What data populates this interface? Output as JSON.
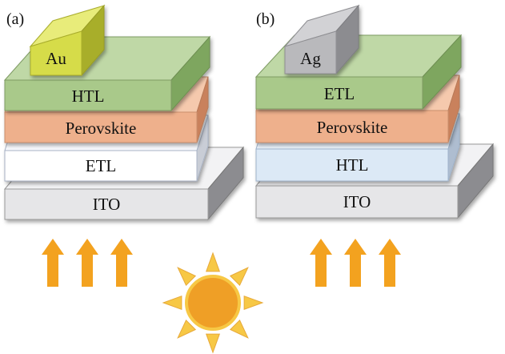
{
  "panels": [
    {
      "label": "(a)",
      "electrode": {
        "label": "Au",
        "color": "#d6dc4a"
      },
      "layers": [
        {
          "label": "HTL",
          "color": "#a9c98a"
        },
        {
          "label": "Perovskite",
          "color": "#eeb08c"
        },
        {
          "label": "ETL",
          "color": "#ffffff"
        },
        {
          "label": "ITO",
          "color": "#e6e6e8"
        }
      ]
    },
    {
      "label": "(b)",
      "electrode": {
        "label": "Ag",
        "color": "#b9b9bc"
      },
      "layers": [
        {
          "label": "ETL",
          "color": "#a9c98a"
        },
        {
          "label": "Perovskite",
          "color": "#eeb08c"
        },
        {
          "label": "HTL",
          "color": "#dce9f6"
        },
        {
          "label": "ITO",
          "color": "#e6e6e8"
        }
      ]
    }
  ],
  "colors": {
    "arrow": "#f3a21f",
    "sun": "#ef9f26",
    "sun_ray": "#f7c845"
  },
  "icons": [
    "light-arrow-icon",
    "sun-icon"
  ]
}
